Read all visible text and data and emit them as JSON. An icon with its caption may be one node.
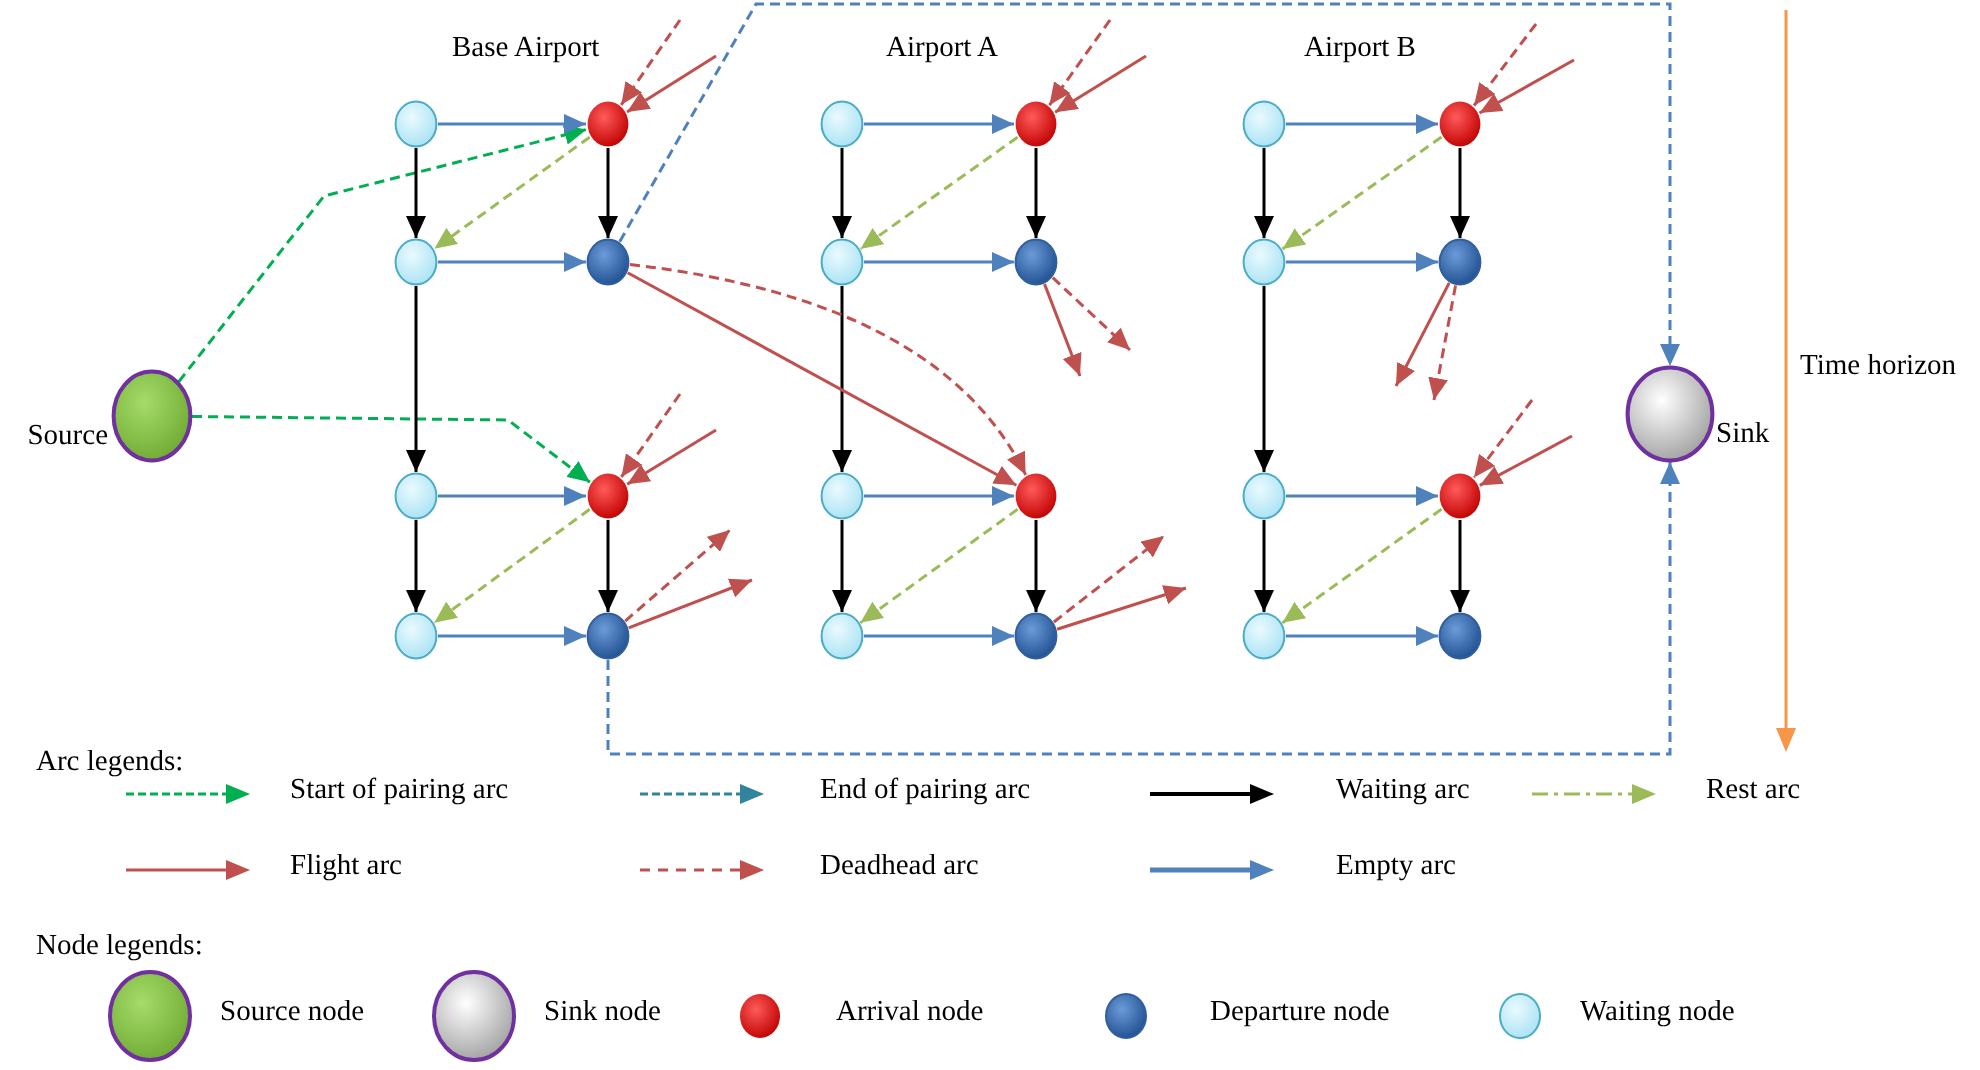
{
  "diagram": {
    "nodes": [
      {
        "text": [
          "Source"
        ]
      },
      {
        "text": [],
        "shape": "circle"
      },
      {
        "text": [],
        "shape": "circle"
      },
      {
        "text": [],
        "shape": "circle"
      },
      {
        "text": [],
        "shape": "circle"
      },
      {
        "text": [],
        "shape": "circle"
      },
      {
        "text": [],
        "shape": "circle"
      },
      {
        "text": [],
        "shape": "circle"
      },
      {
        "text": [],
        "shape": "circle"
      },
      {
        "text": [],
        "shape": "circle"
      },
      {
        "text": [],
        "shape": "circle"
      },
      {
        "text": [],
        "shape": "circle"
      },
      {
        "text": [],
        "shape": "circle"
      },
      {
        "text": [],
        "shape": "circle"
      },
      {
        "text": [],
        "shape": "circle"
      },
      {
        "text": [],
        "shape": "circle"
      },
      {
        "text": [],
        "shape": "circle"
      },
      {
        "text": [],
        "shape": "circle"
      },
      {
        "text": [],
        "shape": "circle"
      },
      {
        "text": [],
        "shape": "circle"
      },
      {
        "text": [],
        "shape": "circle"
      },
      {
        "text": [],
        "shape": "circle"
      },
      {
        "text": [],
        "shape": "circle"
      },
      {
        "text": [],
        "shape": "circle"
      },
      {
        "text": [],
        "shape": "circle"
      },
      {
        "text": [
          "Sink"
        ]
      }
    ],
    "edges": [
      {
        "from": 0,
        "to": 2,
        "arrow": "to",
        "style": "dashed",
        "color": "#00b050"
      },
      {
        "from": 0,
        "to": 6,
        "arrow": "to",
        "style": "dashed",
        "color": "#00b050"
      },
      {
        "from": 1,
        "to": 2,
        "arrow": "to",
        "color": "#4f81bd"
      },
      {
        "from": 3,
        "to": 4,
        "arrow": "to",
        "color": "#4f81bd"
      },
      {
        "from": 5,
        "to": 6,
        "arrow": "to",
        "color": "#4f81bd"
      },
      {
        "from": 7,
        "to": 8,
        "arrow": "to",
        "color": "#4f81bd"
      },
      {
        "from": 1,
        "to": 3,
        "arrow": "to",
        "color": "#000000"
      },
      {
        "from": 3,
        "to": 5,
        "arrow": "to",
        "color": "#000000"
      },
      {
        "from": 5,
        "to": 7,
        "arrow": "to",
        "color": "#000000"
      },
      {
        "from": 2,
        "to": 4,
        "arrow": "to",
        "color": "#000000"
      },
      {
        "from": 6,
        "to": 8,
        "arrow": "to",
        "color": "#000000"
      },
      {
        "from": 2,
        "to": 3,
        "arrow": "to",
        "style": "dashed",
        "color": "#9bbb59"
      },
      {
        "from": 6,
        "to": 7,
        "arrow": "to",
        "style": "dashed",
        "color": "#9bbb59"
      },
      {
        "from": 9,
        "to": 10,
        "arrow": "to",
        "color": "#4f81bd"
      },
      {
        "from": 11,
        "to": 12,
        "arrow": "to",
        "color": "#4f81bd"
      },
      {
        "from": 13,
        "to": 14,
        "arrow": "to",
        "color": "#4f81bd"
      },
      {
        "from": 15,
        "to": 16,
        "arrow": "to",
        "color": "#4f81bd"
      },
      {
        "from": 9,
        "to": 11,
        "arrow": "to",
        "color": "#000000"
      },
      {
        "from": 11,
        "to": 13,
        "arrow": "to",
        "color": "#000000"
      },
      {
        "from": 13,
        "to": 15,
        "arrow": "to",
        "color": "#000000"
      },
      {
        "from": 10,
        "to": 12,
        "arrow": "to",
        "color": "#000000"
      },
      {
        "from": 14,
        "to": 16,
        "arrow": "to",
        "color": "#000000"
      },
      {
        "from": 10,
        "to": 11,
        "arrow": "to",
        "style": "dashed",
        "color": "#9bbb59"
      },
      {
        "from": 14,
        "to": 15,
        "arrow": "to",
        "style": "dashed",
        "color": "#9bbb59"
      },
      {
        "from": 17,
        "to": 18,
        "arrow": "to",
        "color": "#4f81bd"
      },
      {
        "from": 19,
        "to": 20,
        "arrow": "to",
        "color": "#4f81bd"
      },
      {
        "from": 21,
        "to": 22,
        "arrow": "to",
        "color": "#4f81bd"
      },
      {
        "from": 23,
        "to": 24,
        "arrow": "to",
        "color": "#4f81bd"
      },
      {
        "from": 17,
        "to": 19,
        "arrow": "to",
        "color": "#000000"
      },
      {
        "from": 19,
        "to": 21,
        "arrow": "to",
        "color": "#000000"
      },
      {
        "from": 21,
        "to": 23,
        "arrow": "to",
        "color": "#000000"
      },
      {
        "from": 18,
        "to": 20,
        "arrow": "to",
        "color": "#000000"
      },
      {
        "from": 22,
        "to": 24,
        "arrow": "to",
        "color": "#000000"
      },
      {
        "from": 18,
        "to": 19,
        "arrow": "to",
        "style": "dashed",
        "color": "#9bbb59"
      },
      {
        "from": 22,
        "to": 23,
        "arrow": "to",
        "style": "dashed",
        "color": "#9bbb59"
      },
      {
        "from": null,
        "to": 2,
        "arrow": "to",
        "style": "dashed"
      },
      {
        "from": null,
        "to": 2,
        "arrow": "to"
      },
      {
        "from": null,
        "to": 6,
        "arrow": "to",
        "style": "dashed"
      },
      {
        "from": null,
        "to": 6,
        "arrow": "to"
      },
      {
        "from": 8,
        "to": null,
        "arrow": "to",
        "style": "dashed"
      },
      {
        "from": 8,
        "to": null,
        "arrow": "to"
      },
      {
        "from": 4,
        "to": 14,
        "arrow": "to",
        "style": "dashed"
      },
      {
        "from": 4,
        "to": 14,
        "arrow": "to"
      },
      {
        "from": null,
        "to": 10,
        "arrow": "to",
        "style": "dashed"
      },
      {
        "from": null,
        "to": 10,
        "arrow": "to"
      },
      {
        "from": 12,
        "to": null,
        "arrow": "to"
      },
      {
        "from": 12,
        "to": null,
        "arrow": "to",
        "style": "dashed"
      },
      {
        "from": 16,
        "to": null,
        "arrow": "to",
        "style": "dashed"
      },
      {
        "from": 16,
        "to": null,
        "arrow": "to"
      },
      {
        "from": null,
        "to": 18,
        "arrow": "to",
        "style": "dashed"
      },
      {
        "from": null,
        "to": 18,
        "arrow": "to"
      },
      {
        "from": 20,
        "to": null,
        "arrow": "to"
      },
      {
        "from": 20,
        "to": null,
        "arrow": "to",
        "style": "dashed"
      },
      {
        "from": null,
        "to": 22,
        "arrow": "to",
        "style": "dashed"
      },
      {
        "from": null,
        "to": 22,
        "arrow": "to"
      },
      {
        "from": 4,
        "to": 25,
        "arrow": "to",
        "style": "dashed",
        "color": "#4f81bd"
      },
      {
        "from": 8,
        "to": 25,
        "arrow": "to",
        "style": "dashed",
        "color": "#4f81bd"
      }
    ],
    "labels": [
      "Base Airport",
      "Airport A",
      "Airport B",
      "Time horizon",
      "Arc legends:",
      "Node legends:"
    ],
    "legend": [
      {
        "text": "Start of pairing arc"
      },
      {
        "text": "End of pairing arc"
      },
      {
        "text": "Waiting arc"
      },
      {
        "text": "Rest arc"
      },
      {
        "text": "Flight arc"
      },
      {
        "text": "Deadhead arc"
      },
      {
        "text": "Empty arc"
      },
      {
        "text": "Source node"
      },
      {
        "text": "Sink node"
      },
      {
        "text": "Arrival node"
      },
      {
        "text": "Departure node"
      },
      {
        "text": "Waiting node"
      }
    ]
  }
}
